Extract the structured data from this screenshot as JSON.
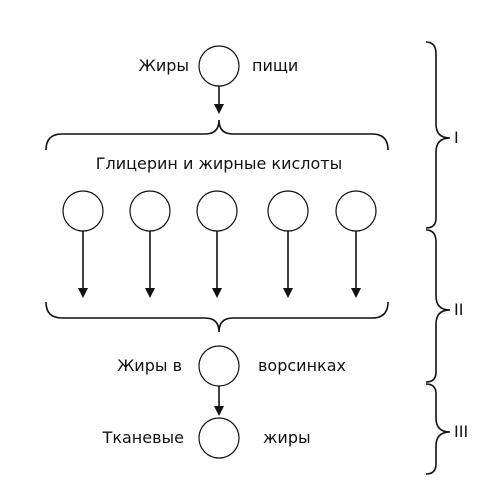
{
  "colors": {
    "ink": "#111111",
    "grey_fill": "#c8c8c8",
    "black_fill": "#050505",
    "white_fill": "#ffffff"
  },
  "labels": {
    "food_fats_left": "Жиры",
    "food_fats_right": "пищи",
    "glycerol_fatty_acids": "Глицерин и жирные кислоты",
    "villi_fats_left": "Жиры в",
    "villi_fats_right": "ворсинках",
    "tissue_fats_left": "Тканевые",
    "tissue_fats_right": "жиры"
  },
  "stages": {
    "stage_1": "I",
    "stage_2": "II",
    "stage_3": "III"
  },
  "molecules": [
    {
      "kind": "fatty-acid",
      "fill": "black"
    },
    {
      "kind": "fatty-acid",
      "fill": "black"
    },
    {
      "kind": "glycerol",
      "fill": "white"
    },
    {
      "kind": "fatty-acid",
      "fill": "black"
    },
    {
      "kind": "glycerol",
      "fill": "white"
    }
  ]
}
